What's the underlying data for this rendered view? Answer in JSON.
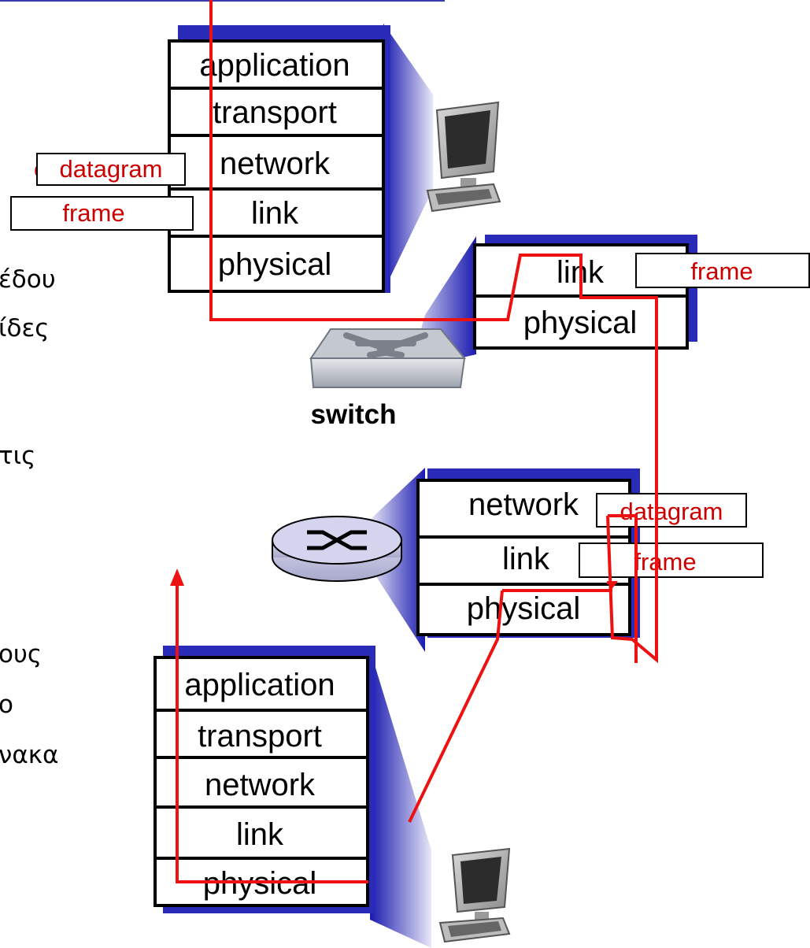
{
  "greek_fragments": [
    "έδου",
    "ίδες",
    "τις",
    "ους",
    "ο",
    "νακα"
  ],
  "source_host": {
    "layers": [
      "application",
      "transport",
      "network",
      "link",
      "physical"
    ],
    "pdu_labels": [
      "datagram",
      "frame"
    ],
    "obscured_letter": "c"
  },
  "switch": {
    "label": "switch",
    "layers": [
      "link",
      "physical"
    ],
    "pdu_label": "frame"
  },
  "router": {
    "layers": [
      "network",
      "link",
      "physical"
    ],
    "pdu_labels": [
      "datagram",
      "frame"
    ]
  },
  "destination_host": {
    "layers": [
      "application",
      "transport",
      "network",
      "link",
      "physical"
    ]
  },
  "colors": {
    "path": "#ee1111",
    "pdu_text": "#cc0000",
    "stack_shadow": "#2a2ab8",
    "border": "#000000"
  },
  "icons": {
    "host": "desktop-computer-icon",
    "switch": "network-switch-icon",
    "router": "router-icon"
  }
}
